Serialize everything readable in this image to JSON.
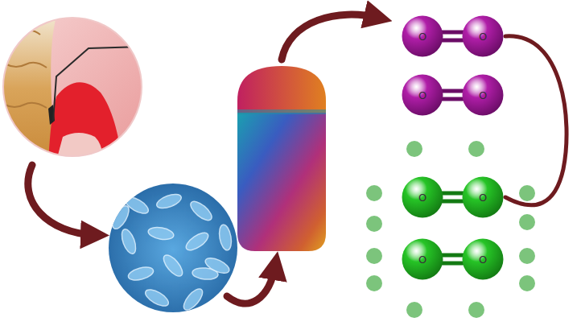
{
  "diagram": {
    "nodes": [
      {
        "text": [
          "O"
        ]
      },
      {
        "text": [
          "O"
        ]
      },
      {
        "text": [
          "O"
        ]
      },
      {
        "text": [
          "O"
        ]
      },
      {
        "text": [
          "O"
        ]
      },
      {
        "text": [
          "O"
        ]
      },
      {
        "text": [
          "O"
        ]
      },
      {
        "text": [
          "O"
        ]
      }
    ],
    "edges": [
      {
        "from": 0,
        "to": 1,
        "arrow": "none"
      },
      {
        "from": 2,
        "to": 3,
        "arrow": "none"
      },
      {
        "from": 4,
        "to": 5,
        "arrow": "none"
      },
      {
        "from": 6,
        "to": 7,
        "arrow": "none"
      }
    ]
  }
}
